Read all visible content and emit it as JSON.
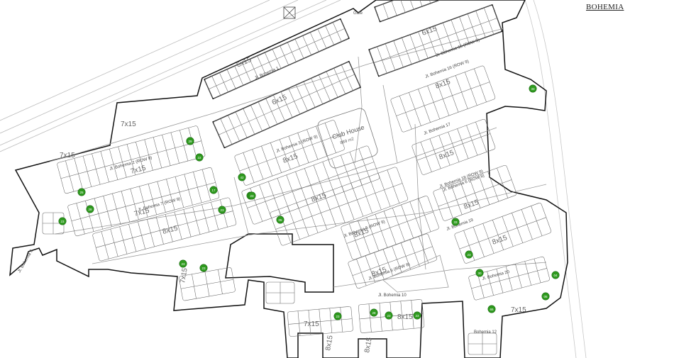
{
  "header": {
    "title": "BOHEMIA"
  },
  "club_house": {
    "name": "Club House",
    "area": "889 m2"
  },
  "gate": {
    "label": "Gate"
  },
  "streets": [
    "Jl. Bohemia 1",
    "Jl. Bohemia 2 (ROW 9)",
    "Jl. Bohemia 3 (ROW 9)",
    "Jl. Bohemia 5 (ROW 9)",
    "Jl. Bohemia 6 (ROW 8)",
    "Jl. Bohemia 7 (ROW 9)",
    "Jl. Bohemia 8 (ROW 8)",
    "Jl. Bohemia 9",
    "Jl. Bohemia 10",
    "Jl. Bohemia 15 (ROW 9)",
    "Jl. Bohemia 16 (ROW 9)",
    "Jl. Bohemia 17",
    "Jl. Bohemia 18 (ROW 9)",
    "Jl. Bohemia 19",
    "Jl. Bohemia 20",
    "Bohemia 12"
  ],
  "block_sizes": [
    "7x15",
    "6x15",
    "8x15"
  ],
  "trees": [
    {
      "num": "23",
      "color": "#2e9a1e"
    },
    {
      "num": "22",
      "color": "#2e9a1e"
    },
    {
      "num": "25",
      "color": "#2e9a1e"
    },
    {
      "num": "28",
      "color": "#2e9a1e"
    },
    {
      "num": "17",
      "color": "#2e9a1e"
    },
    {
      "num": "23",
      "color": "#2e9a1e"
    },
    {
      "num": "42",
      "color": "#2e9a1e"
    },
    {
      "num": "26",
      "color": "#2e9a1e"
    },
    {
      "num": "23",
      "color": "#2e9a1e"
    },
    {
      "num": "05",
      "color": "#2e9a1e"
    },
    {
      "num": "23",
      "color": "#2e9a1e"
    },
    {
      "num": "23",
      "color": "#2e9a1e"
    },
    {
      "num": "33",
      "color": "#2e9a1e"
    },
    {
      "num": "23",
      "color": "#2e9a1e"
    },
    {
      "num": "30",
      "color": "#2e9a1e"
    },
    {
      "num": "33",
      "color": "#2e9a1e"
    },
    {
      "num": "04",
      "color": "#2e9a1e"
    },
    {
      "num": "05",
      "color": "#2e9a1e"
    },
    {
      "num": "65",
      "color": "#2e9a1e"
    },
    {
      "num": "23",
      "color": "#2e9a1e"
    },
    {
      "num": "28",
      "color": "#2e9a1e"
    },
    {
      "num": "23",
      "color": "#2e9a1e"
    },
    {
      "num": "23",
      "color": "#2e9a1e"
    },
    {
      "num": "23",
      "color": "#2e9a1e"
    },
    {
      "num": "29",
      "color": "#2e9a1e"
    }
  ]
}
